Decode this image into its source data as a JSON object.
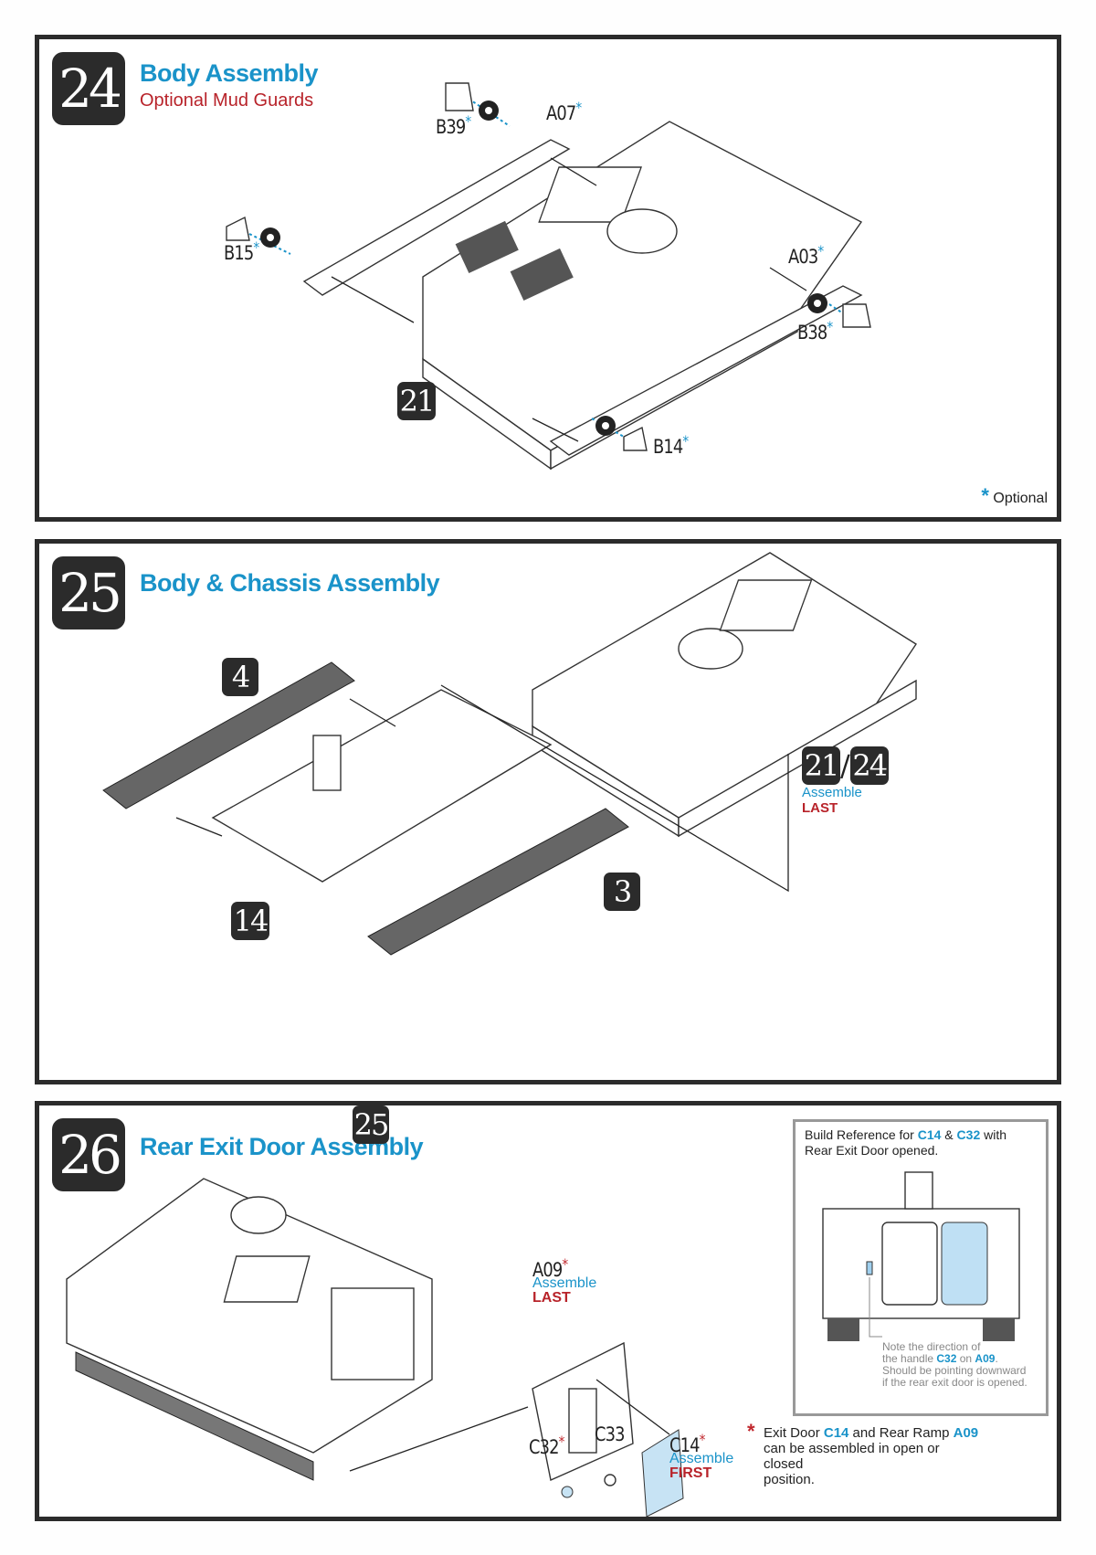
{
  "steps": [
    {
      "number": "24",
      "title": "Body Assembly",
      "subtitle": "Optional Mud Guards",
      "parts": {
        "b39": "B39",
        "a07": "A07",
        "b15": "B15",
        "a03": "A03",
        "b38": "B38",
        "b14": "B14"
      },
      "ref_steps": [
        "21"
      ],
      "legend": {
        "marker": "*",
        "label": "Optional"
      }
    },
    {
      "number": "25",
      "title": "Body & Chassis Assembly",
      "ref_steps": [
        "4",
        "3",
        "14"
      ],
      "callout": {
        "steps": [
          "21",
          "24"
        ],
        "separator": "/",
        "line1": "Assemble",
        "line2": "LAST"
      }
    },
    {
      "number": "26",
      "title": "Rear Exit Door Assembly",
      "ref_steps": [
        "25"
      ],
      "parts": {
        "a09": {
          "label": "A09",
          "note1": "Assemble",
          "note2": "LAST"
        },
        "c32": "C32",
        "c33": "C33",
        "c14": {
          "label": "C14",
          "note1": "Assemble",
          "note2": "FIRST"
        }
      },
      "reference_box": {
        "heading_pre": "Build Reference for ",
        "heading_p1": "C14",
        "heading_mid": " & ",
        "heading_p2": "C32",
        "heading_post": " with",
        "heading_line2": "Rear Exit Door opened.",
        "note_line1": "Note the direction of",
        "note_pre": "the handle ",
        "note_p1": "C32",
        "note_mid": " on ",
        "note_p2": "A09",
        "note_post": ".",
        "note_line3": "Should be pointing downward",
        "note_line4": "if the rear exit door is opened."
      },
      "footnote": {
        "marker": "*",
        "pre": "Exit Door ",
        "p1": "C14",
        "mid": " and Rear Ramp ",
        "p2": "A09",
        "line2": "can be assembled in open or closed",
        "line3": "position."
      }
    }
  ]
}
